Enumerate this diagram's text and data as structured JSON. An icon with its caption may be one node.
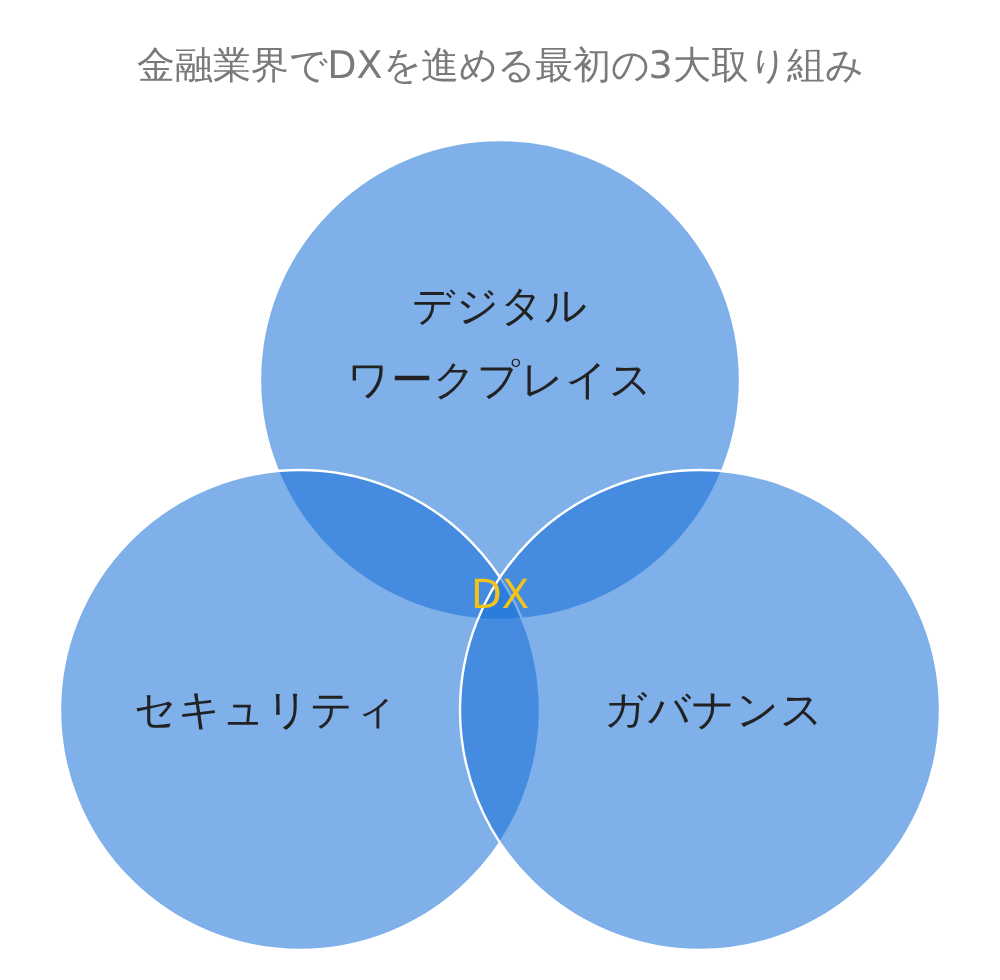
{
  "diagram": {
    "title": "金融業界でDXを進める最初の3大取り組み",
    "nodes": [
      {
        "text": [
          "デジタルワークプレイス"
        ]
      },
      {
        "text": [
          "セキュリティ"
        ]
      },
      {
        "text": [
          "ガバナンス"
        ]
      }
    ],
    "labels": [
      "DX"
    ]
  }
}
